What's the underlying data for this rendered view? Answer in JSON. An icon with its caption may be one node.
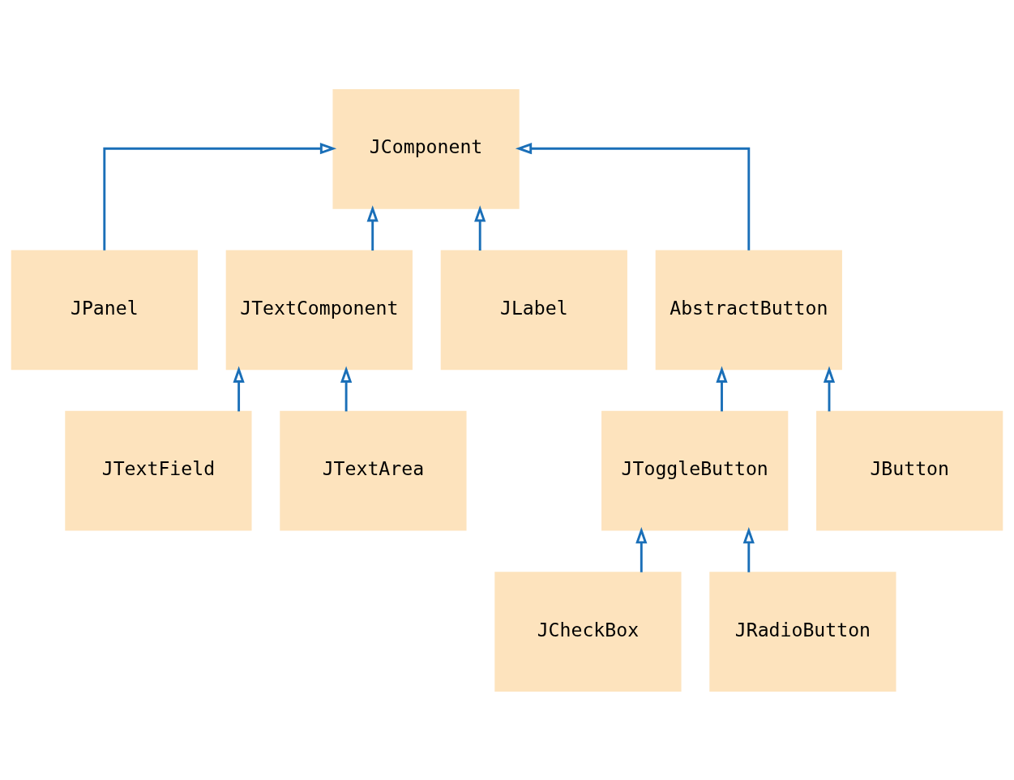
{
  "diagram": {
    "nodes": [
      {
        "text": [
          "JComponent"
        ]
      },
      {
        "text": [
          "JPanel"
        ]
      },
      {
        "text": [
          "JTextComponent"
        ]
      },
      {
        "text": [
          "JLabel"
        ]
      },
      {
        "text": [
          "AbstractButton"
        ]
      },
      {
        "text": [
          "JTextField"
        ]
      },
      {
        "text": [
          "JTextArea"
        ]
      },
      {
        "text": [
          "JToggleButton"
        ]
      },
      {
        "text": [
          "JButton"
        ]
      },
      {
        "text": [
          "JCheckBox"
        ]
      },
      {
        "text": [
          "JRadioButton"
        ]
      }
    ],
    "edges": [
      {
        "from": 1,
        "to": 0,
        "arrow": "to"
      },
      {
        "from": 2,
        "to": 0,
        "arrow": "to"
      },
      {
        "from": 3,
        "to": 0,
        "arrow": "to"
      },
      {
        "from": 4,
        "to": 0,
        "arrow": "to"
      },
      {
        "from": 5,
        "to": 2,
        "arrow": "to"
      },
      {
        "from": 6,
        "to": 2,
        "arrow": "to"
      },
      {
        "from": 7,
        "to": 4,
        "arrow": "to"
      },
      {
        "from": 8,
        "to": 4,
        "arrow": "to"
      },
      {
        "from": 9,
        "to": 7,
        "arrow": "to"
      },
      {
        "from": 10,
        "to": 7,
        "arrow": "to"
      }
    ]
  }
}
